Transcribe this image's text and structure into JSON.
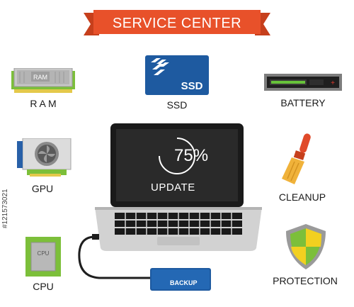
{
  "banner": {
    "title": "SERVICE CENTER",
    "color": "#e8512a"
  },
  "components": {
    "ram": {
      "label": "R A M",
      "chip_text": "RAM",
      "icon": "ram-icon"
    },
    "ssd": {
      "label": "SSD",
      "chip_text": "SSD",
      "icon": "ssd-icon"
    },
    "battery": {
      "label": "BATTERY",
      "icon": "battery-icon"
    },
    "gpu": {
      "label": "GPU",
      "icon": "gpu-icon"
    },
    "cleanup": {
      "label": "CLEANUP",
      "icon": "broom-icon"
    },
    "cpu": {
      "label": "CPU",
      "chip_text": "CPU",
      "icon": "cpu-icon"
    },
    "protection": {
      "label": "PROTECTION",
      "icon": "shield-icon"
    }
  },
  "laptop": {
    "percent": "75%",
    "status": "UPDATE",
    "progress": 0.75
  },
  "backup": {
    "label": "BACKUP",
    "icon": "external-drive-icon"
  },
  "stock_id": "#121573021",
  "colors": {
    "accent": "#e8512a",
    "ssd_blue": "#1e5aa0",
    "board_green": "#7cbf3a",
    "screen": "#1c1c1c"
  }
}
